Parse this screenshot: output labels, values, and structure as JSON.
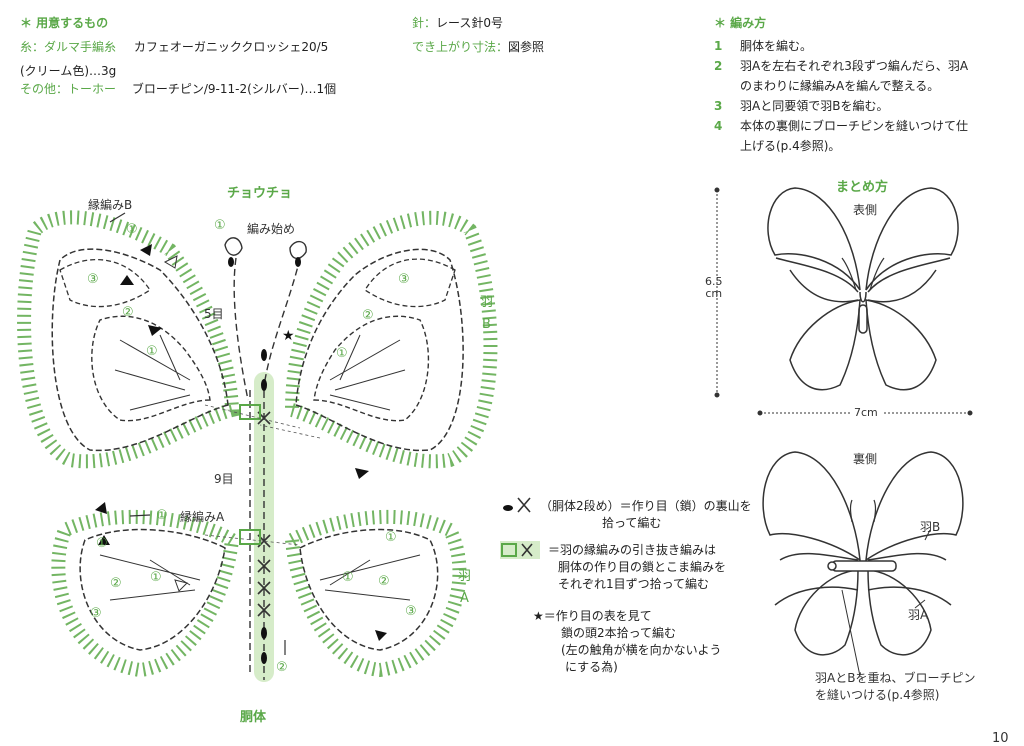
{
  "materials": {
    "heading": "＊ 用意するもの",
    "yarn_label": "糸：ダルマ手編糸",
    "yarn_value": "カフェオーガニッククロッシェ20/5",
    "yarn_color": "(クリーム色)…3g",
    "other_label": "その他：トーホー",
    "other_value": "ブローチピン/9-11-2(シルバー)…1個"
  },
  "tools": {
    "needle_label": "針：",
    "needle_value": "レース針0号",
    "size_label": "でき上がり寸法：",
    "size_value": "図参照"
  },
  "steps": {
    "heading": "＊ 編み方",
    "items": [
      {
        "num": "1",
        "text": "胴体を編む。"
      },
      {
        "num": "2",
        "text": "羽Aを左右それぞれ3段ずつ編んだら、羽A",
        "text2": "のまわりに縁編みAを編んで整える。"
      },
      {
        "num": "3",
        "text": "羽Aと同要領で羽Bを編む。"
      },
      {
        "num": "4",
        "text": "本体の裏側にブローチピンを縫いつけて仕",
        "text2": "上げる(p.4参照)。"
      }
    ]
  },
  "diagram": {
    "title": "チョウチョ",
    "edge_b": "縁編みB",
    "edge_a": "縁編みA",
    "start": "編み始め",
    "five": "5目",
    "nine": "9目",
    "body": "胴体",
    "wing_b": "羽\nB",
    "wing_b_1": "羽",
    "wing_b_2": "B",
    "wing_a_1": "羽",
    "wing_a_2": "A",
    "c1": "①",
    "c2": "②",
    "c3": "③"
  },
  "legend": {
    "l1": "（胴体2段め）＝作り目（鎖）の裏山を",
    "l1b": "拾って編む",
    "l2": "＝羽の縁編みの引き抜き編みは",
    "l2b": "胴体の作り目の鎖とこま編みを",
    "l2c": "それぞれ1目ずつ拾って編む",
    "l3": "★＝作り目の表を見て",
    "l3b": "鎖の頭2本拾って編む",
    "l3c": "(左の触角が横を向かないよう",
    "l3d": "にする為)"
  },
  "finish": {
    "title": "まとめ方",
    "front": "表側",
    "back": "裏側",
    "height": "6.5",
    "height_unit": "cm",
    "width": "7cm",
    "wing_b": "羽B",
    "wing_a": "羽A",
    "note1": "羽AとBを重ね、ブローチピン",
    "note2": "を縫いつける(p.4参照)"
  },
  "page_number": "10",
  "colors": {
    "accent": "#5aa848",
    "body_highlight": "#d6ecc9"
  }
}
